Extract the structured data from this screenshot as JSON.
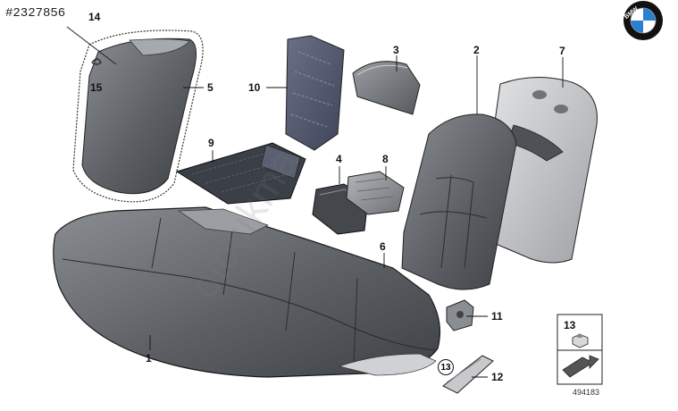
{
  "header": {
    "id_label": "#2327856",
    "brand_logo_text": "BMW"
  },
  "watermark": "otoçıkma",
  "callouts": {
    "c1": "1",
    "c2": "2",
    "c3": "3",
    "c4": "4",
    "c5": "5",
    "c6": "6",
    "c7": "7",
    "c8": "8",
    "c9": "9",
    "c10": "10",
    "c11": "11",
    "c12": "12",
    "c13": "13",
    "c14": "14",
    "c15": "15"
  },
  "legend": {
    "label": "13"
  },
  "footer": {
    "diagram_number": "494183"
  },
  "colors": {
    "leather_dark": "#5a5e63",
    "leather_mid": "#7d8186",
    "leather_light": "#a9acb0",
    "foam_blue": "#4a5068",
    "outline": "#1a1a1a"
  }
}
